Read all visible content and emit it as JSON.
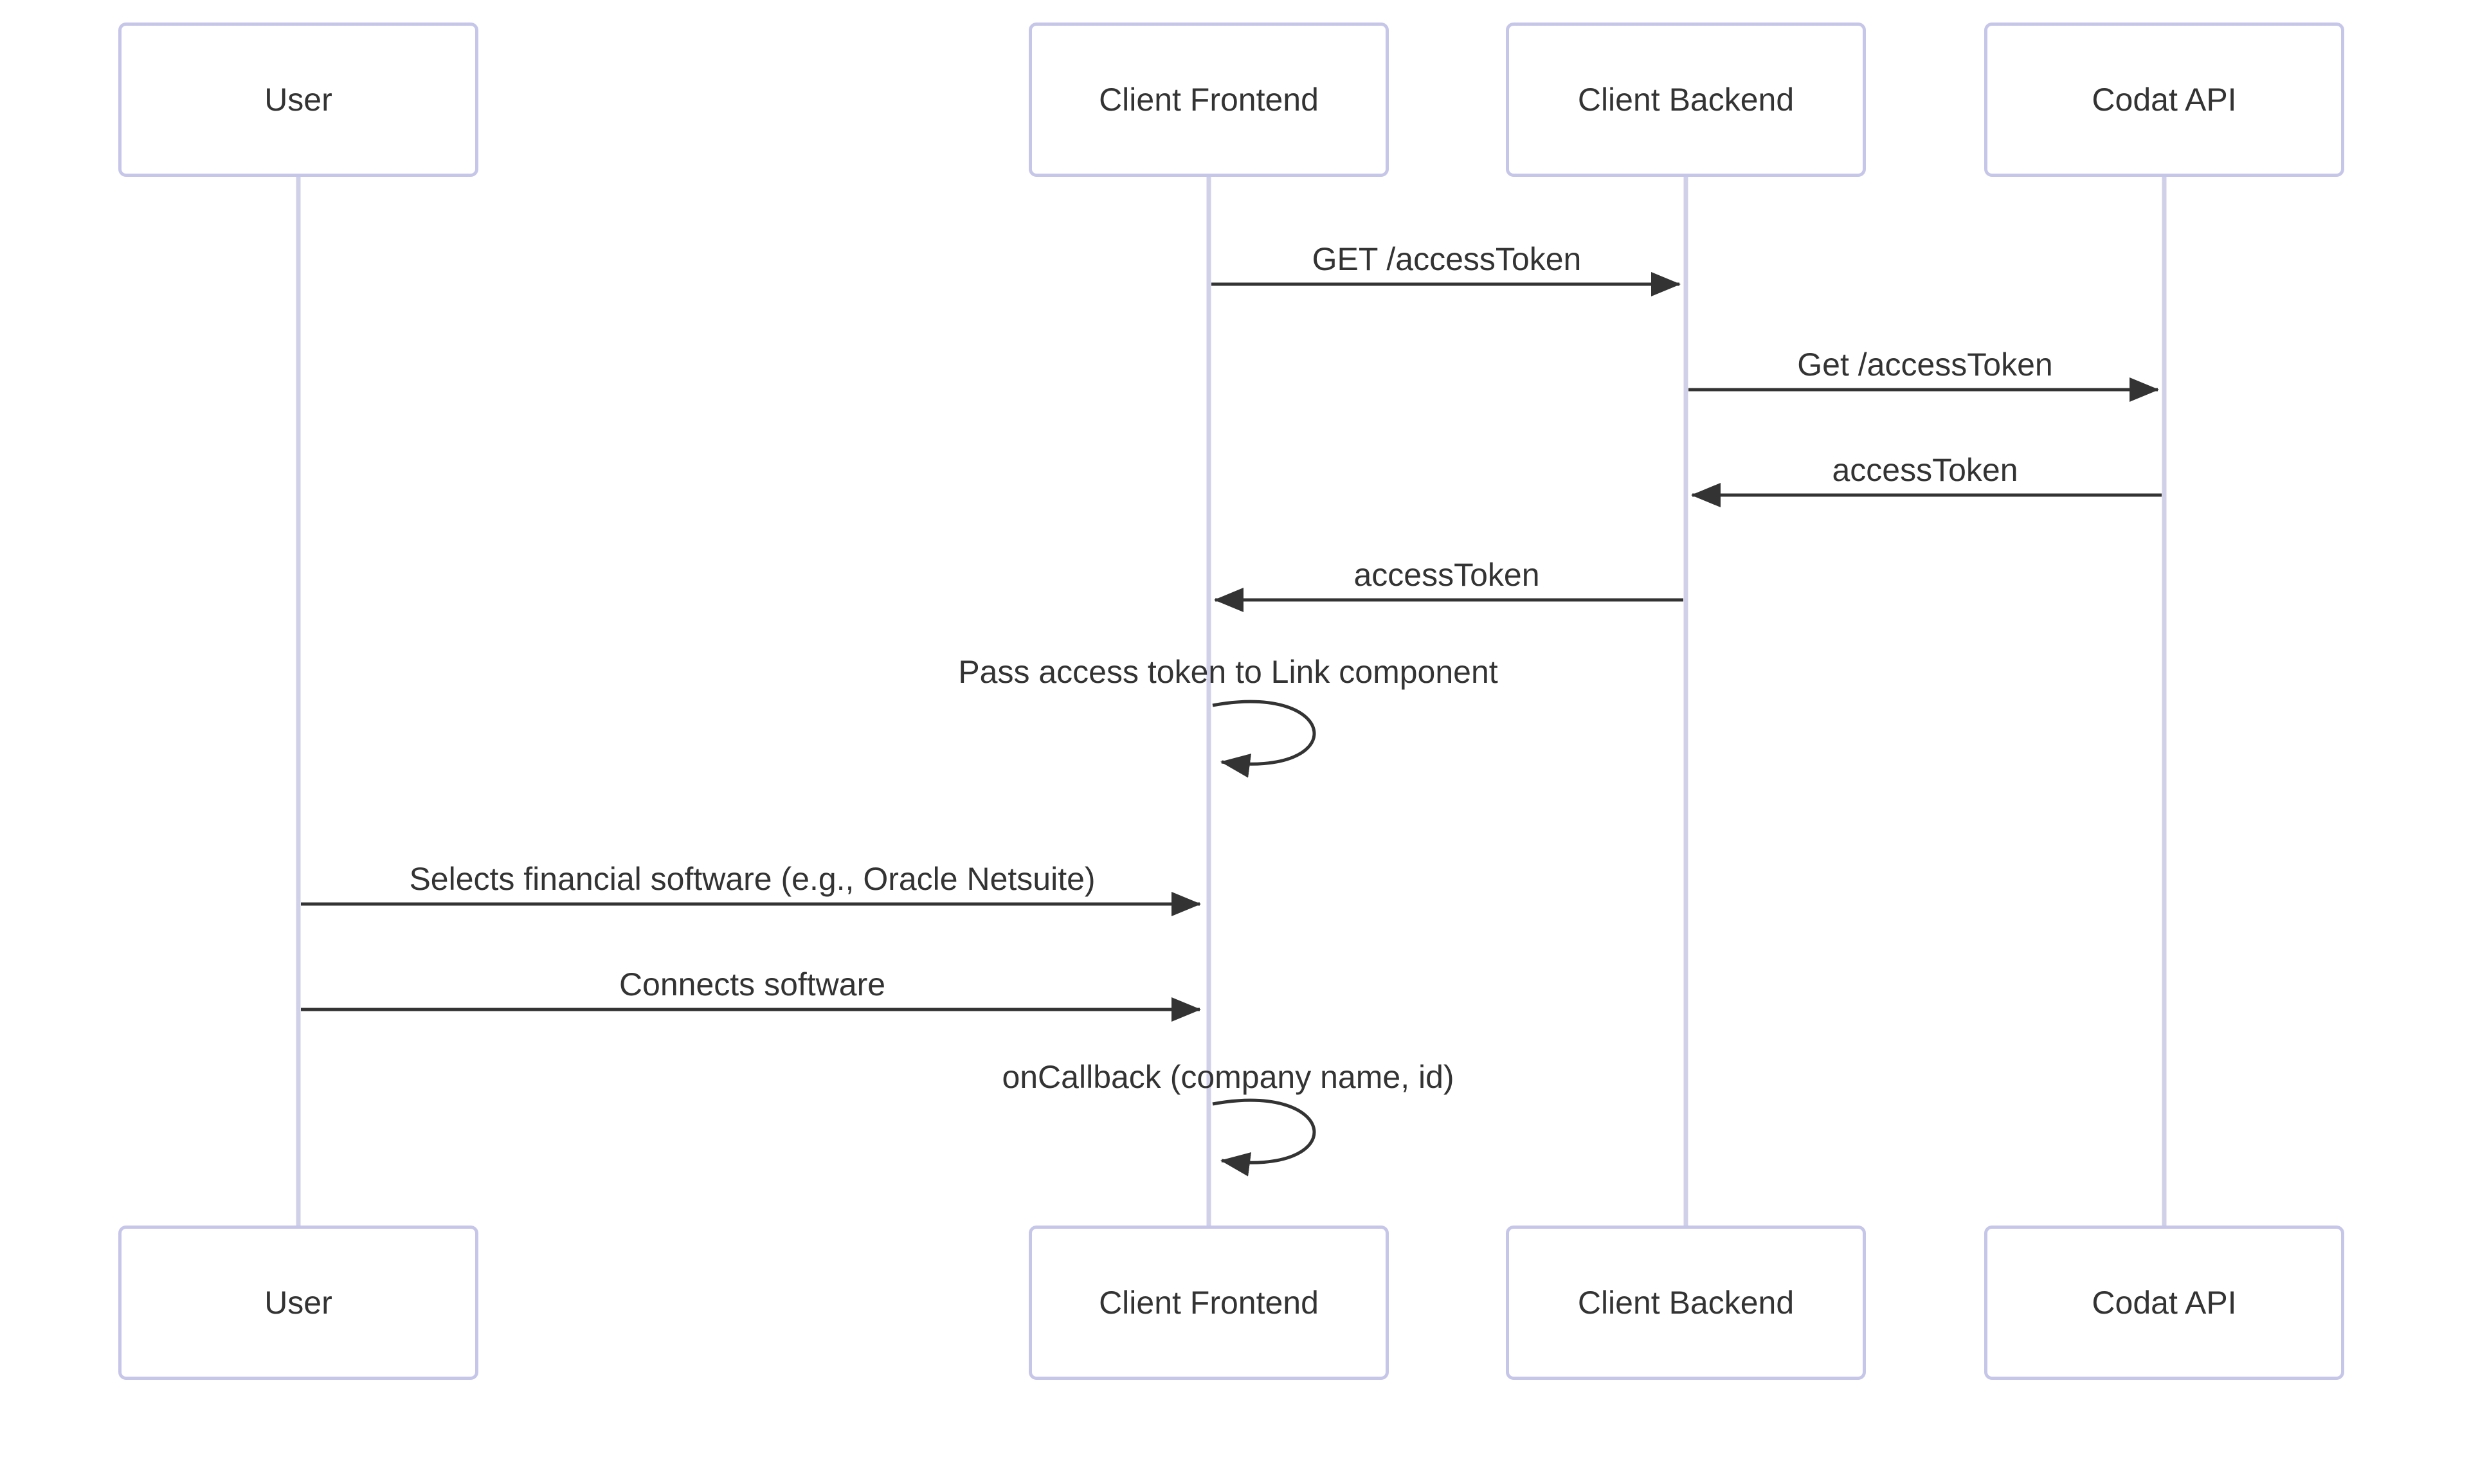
{
  "diagram": {
    "type": "sequence-diagram",
    "actors": [
      {
        "name": "User"
      },
      {
        "name": "Client Frontend"
      },
      {
        "name": "Client Backend"
      },
      {
        "name": "Codat API"
      }
    ],
    "messages": [
      {
        "from": "Client Frontend",
        "to": "Client Backend",
        "label": "GET /accessToken",
        "kind": "solid-arrow"
      },
      {
        "from": "Client Backend",
        "to": "Codat API",
        "label": "Get /accessToken",
        "kind": "solid-arrow"
      },
      {
        "from": "Codat API",
        "to": "Client Backend",
        "label": "accessToken",
        "kind": "solid-arrow"
      },
      {
        "from": "Client Backend",
        "to": "Client Frontend",
        "label": "accessToken",
        "kind": "solid-arrow"
      },
      {
        "from": "Client Frontend",
        "to": "Client Frontend",
        "label": "Pass access token to Link component",
        "kind": "self-loop"
      },
      {
        "from": "User",
        "to": "Client Frontend",
        "label": "Selects financial software (e.g., Oracle Netsuite)",
        "kind": "solid-arrow"
      },
      {
        "from": "User",
        "to": "Client Frontend",
        "label": "Connects software",
        "kind": "solid-arrow"
      },
      {
        "from": "Client Frontend",
        "to": "Client Frontend",
        "label": "onCallback (company name, id)",
        "kind": "self-loop"
      }
    ],
    "colors": {
      "background": "#ffffff",
      "actor_fill": "#ffffff",
      "actor_border": "#c6c6e9",
      "lifeline": "#d0d0e8",
      "arrow": "#333333",
      "text": "#333333"
    }
  }
}
